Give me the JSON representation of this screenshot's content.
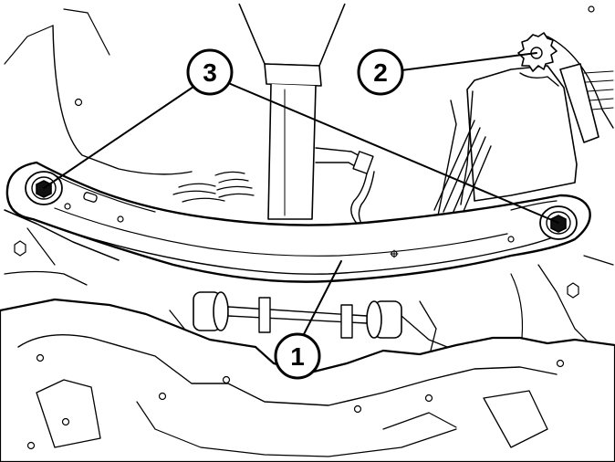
{
  "diagram": {
    "callouts": [
      {
        "id": "callout-1",
        "label": "1",
        "part": "crossmember"
      },
      {
        "id": "callout-2",
        "label": "2",
        "part": "clip"
      },
      {
        "id": "callout-3",
        "label": "3",
        "part": "bolts"
      }
    ]
  }
}
